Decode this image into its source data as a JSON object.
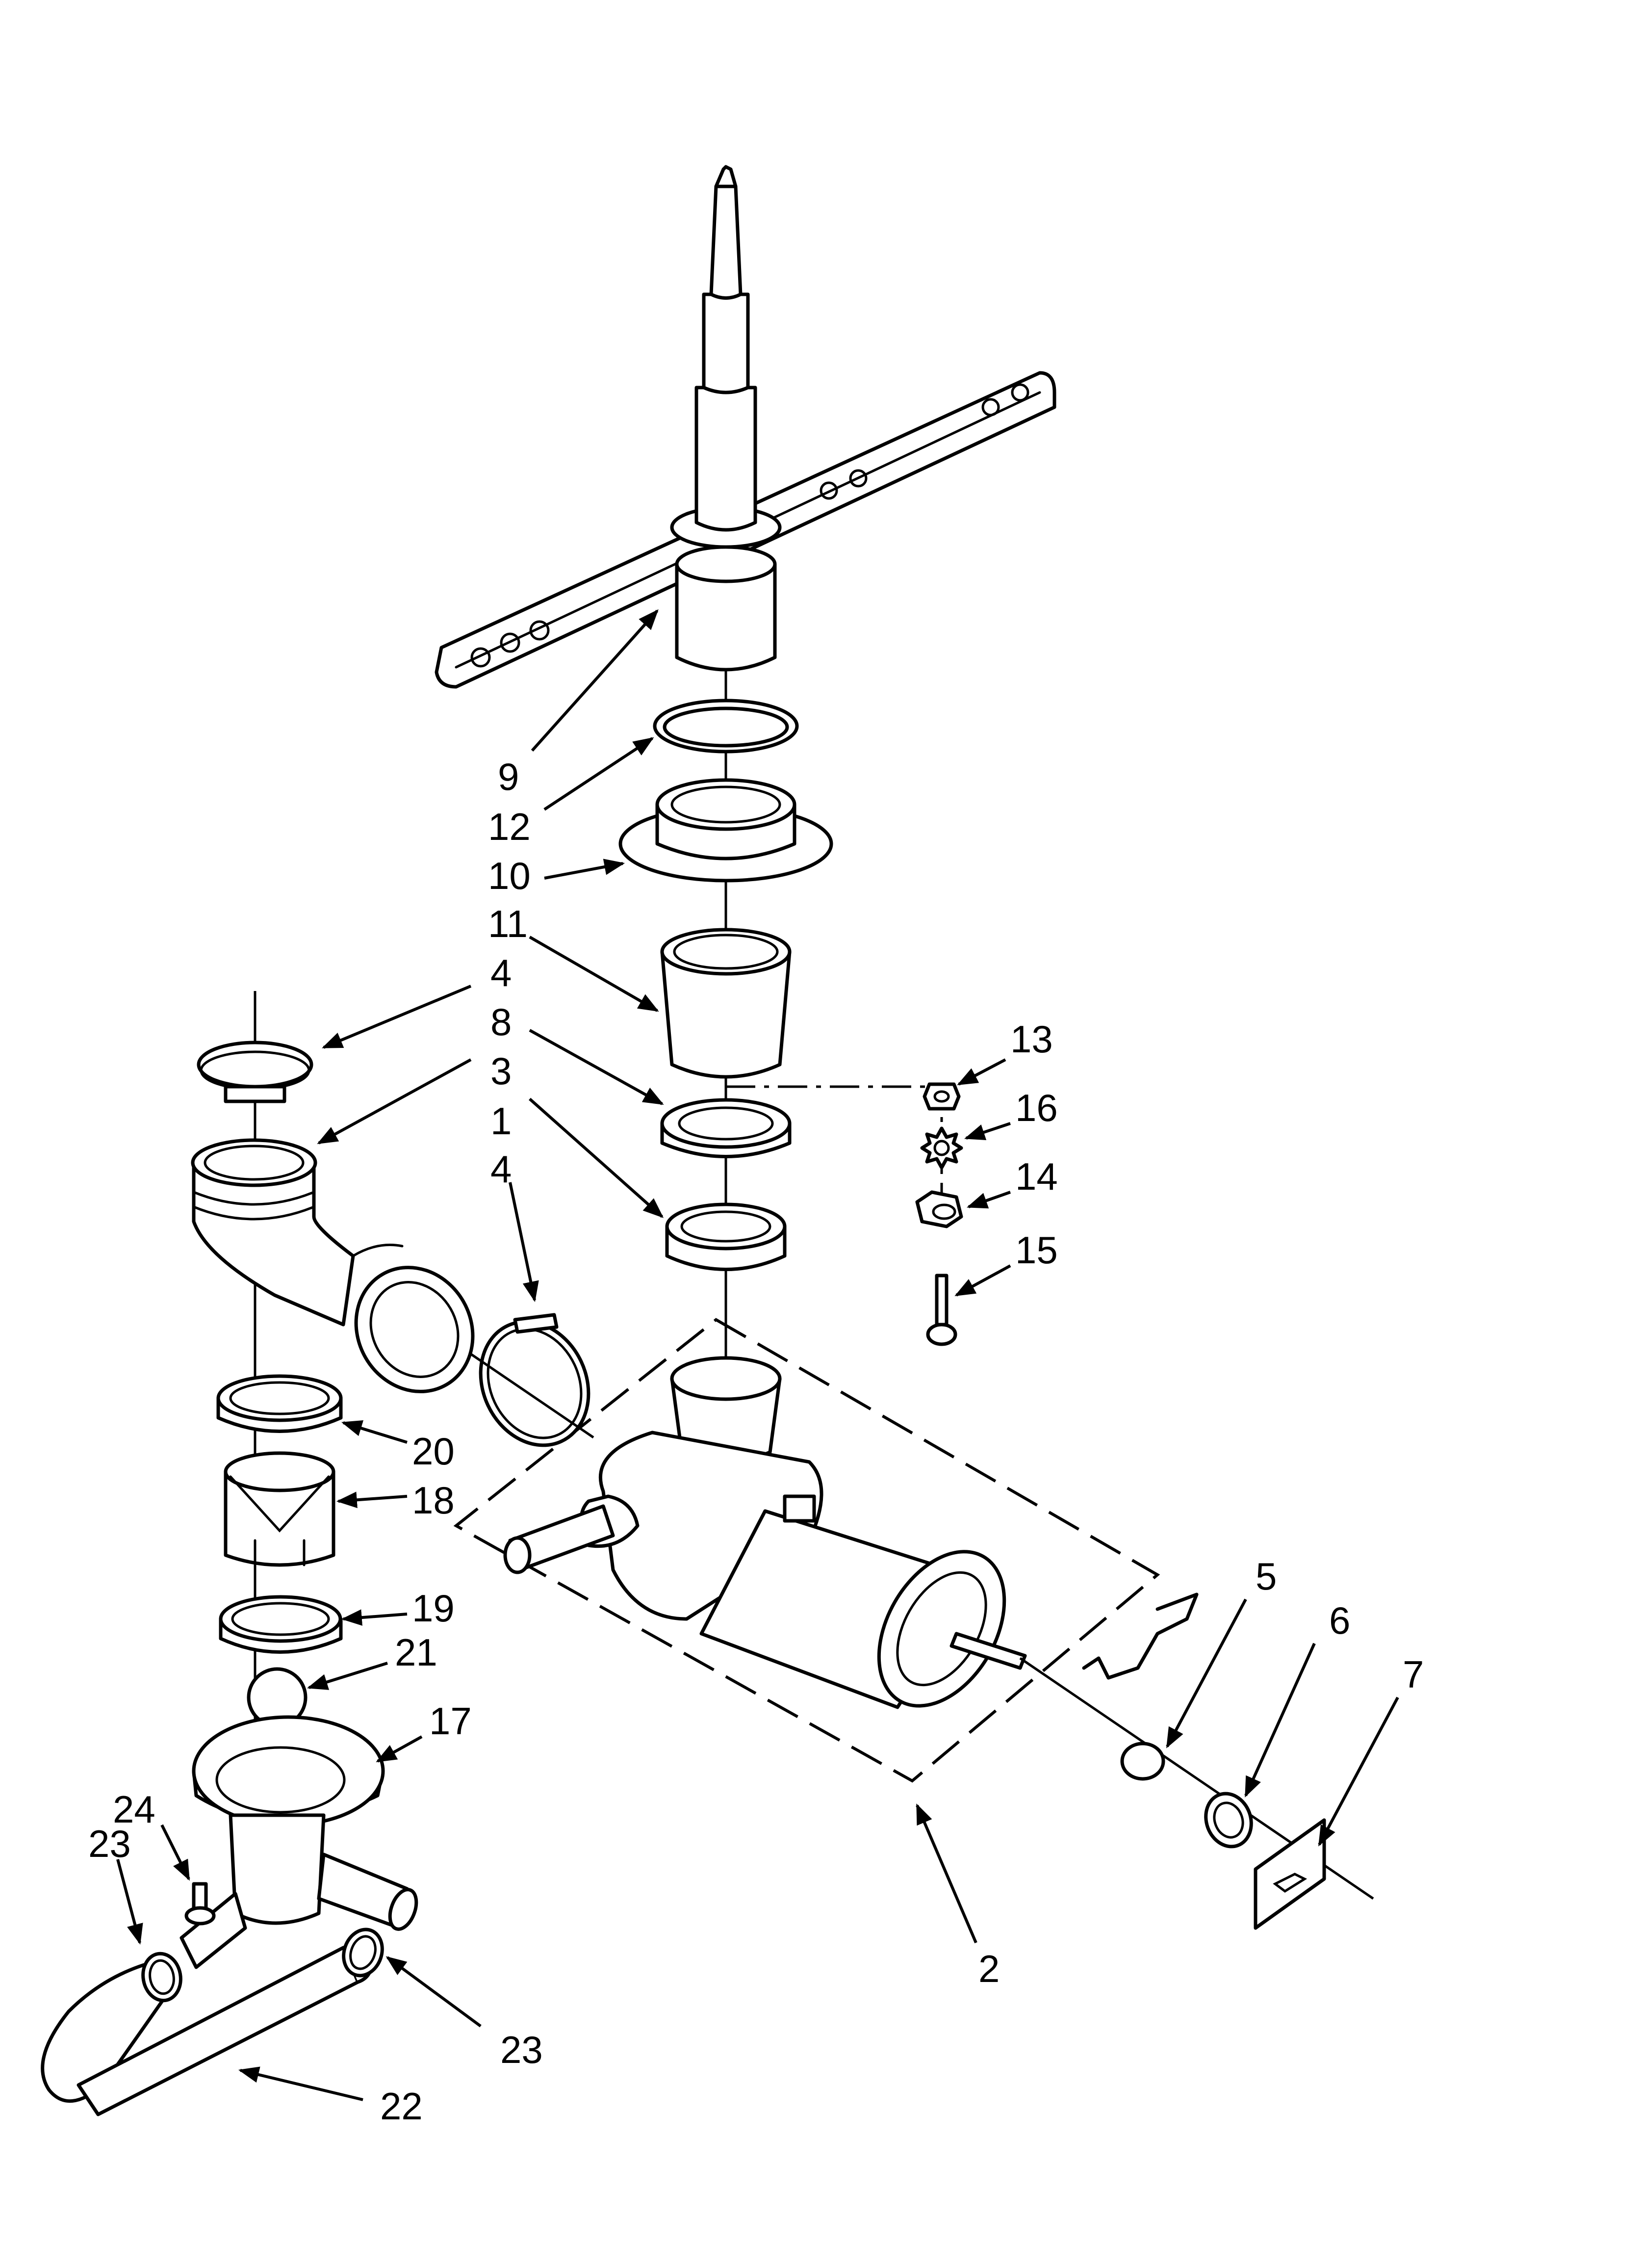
{
  "diagram": {
    "callouts": [
      {
        "id": "c9",
        "label": "9"
      },
      {
        "id": "c12",
        "label": "12"
      },
      {
        "id": "c10",
        "label": "10"
      },
      {
        "id": "c11",
        "label": "11"
      },
      {
        "id": "c4a",
        "label": "4"
      },
      {
        "id": "c8",
        "label": "8"
      },
      {
        "id": "c3",
        "label": "3"
      },
      {
        "id": "c1",
        "label": "1"
      },
      {
        "id": "c4b",
        "label": "4"
      },
      {
        "id": "c13",
        "label": "13"
      },
      {
        "id": "c16",
        "label": "16"
      },
      {
        "id": "c14",
        "label": "14"
      },
      {
        "id": "c15",
        "label": "15"
      },
      {
        "id": "c20",
        "label": "20"
      },
      {
        "id": "c18",
        "label": "18"
      },
      {
        "id": "c19",
        "label": "19"
      },
      {
        "id": "c21",
        "label": "21"
      },
      {
        "id": "c17",
        "label": "17"
      },
      {
        "id": "c24",
        "label": "24"
      },
      {
        "id": "c23a",
        "label": "23"
      },
      {
        "id": "c23b",
        "label": "23"
      },
      {
        "id": "c22",
        "label": "22"
      },
      {
        "id": "c5",
        "label": "5"
      },
      {
        "id": "c6",
        "label": "6"
      },
      {
        "id": "c7",
        "label": "7"
      },
      {
        "id": "c2",
        "label": "2"
      }
    ]
  }
}
